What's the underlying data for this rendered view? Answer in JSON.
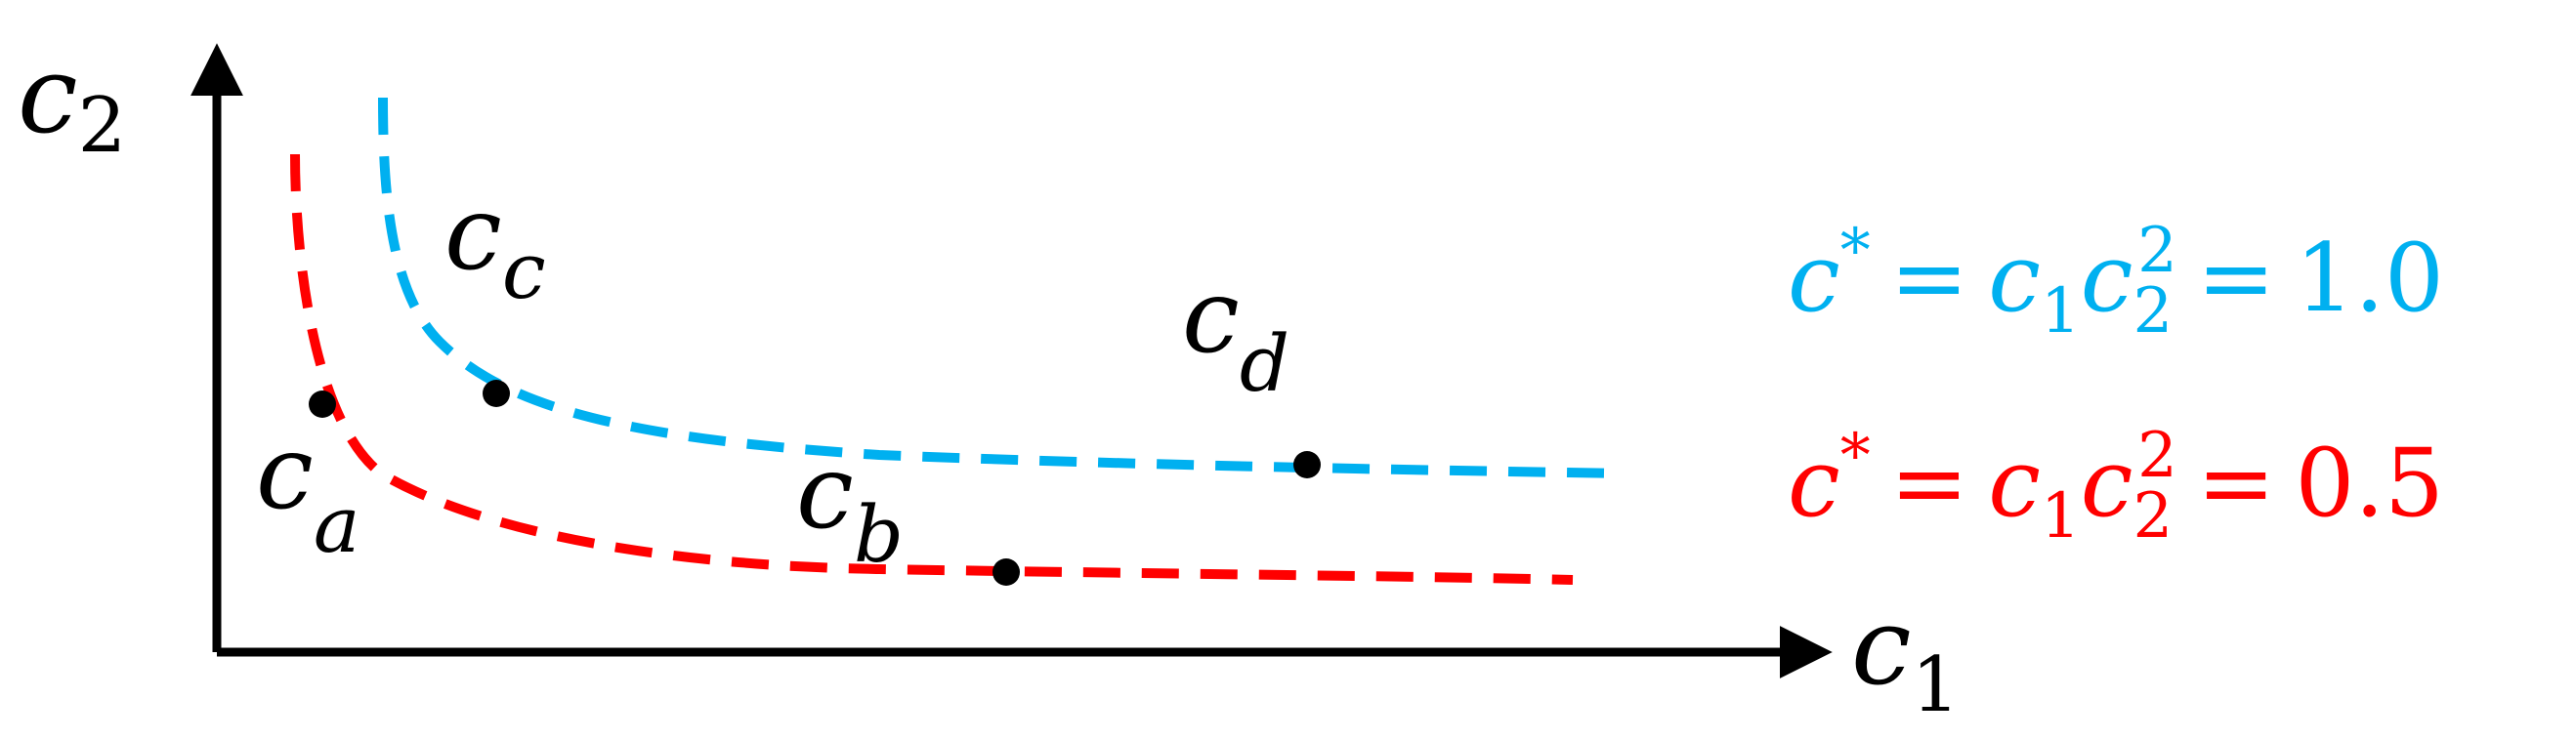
{
  "axes": {
    "x_label": {
      "base": "c",
      "sub": "1"
    },
    "y_label": {
      "base": "c",
      "sub": "2"
    }
  },
  "points": [
    {
      "id": "a",
      "base": "c",
      "sub": "a"
    },
    {
      "id": "b",
      "base": "c",
      "sub": "b"
    },
    {
      "id": "c",
      "base": "c",
      "sub": "c"
    },
    {
      "id": "d",
      "base": "c",
      "sub": "d"
    }
  ],
  "curves": [
    {
      "id": "blue",
      "color": "#00B0F0",
      "equation": {
        "lhs": "c",
        "lhs_sup": "*",
        "eq": "=",
        "t1": "c",
        "t1_sub": "1",
        "t2": "c",
        "t2_sub": "2",
        "t2_sup": "2",
        "eq2": "=",
        "value": "1.0"
      }
    },
    {
      "id": "red",
      "color": "#FF0000",
      "equation": {
        "lhs": "c",
        "lhs_sup": "*",
        "eq": "=",
        "t1": "c",
        "t1_sub": "1",
        "t2": "c",
        "t2_sub": "2",
        "t2_sup": "2",
        "eq2": "=",
        "value": "0.5"
      }
    }
  ],
  "colors": {
    "axis": "#000000",
    "point": "#000000"
  }
}
